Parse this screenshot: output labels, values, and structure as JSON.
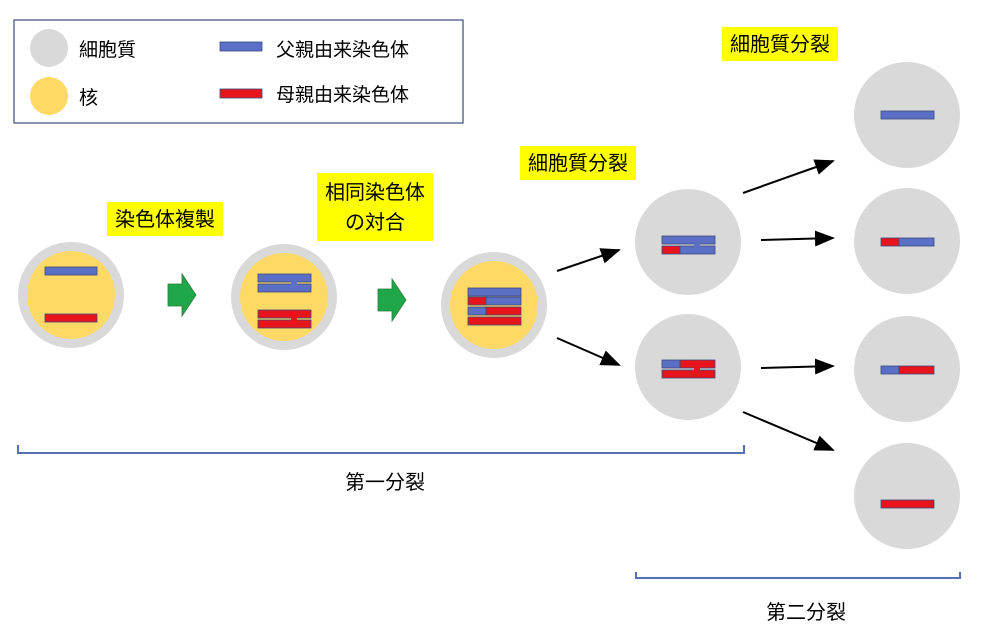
{
  "legend": {
    "cytoplasm": "細胞質",
    "nucleus": "核",
    "paternal": "父親由来染色体",
    "maternal": "母親由来染色体"
  },
  "steps": {
    "replication": "染色体複製",
    "pairing_line1": "相同染色体",
    "pairing_line2": "の対合",
    "cytokinesis1": "細胞質分裂",
    "cytokinesis2": "細胞質分裂"
  },
  "divisions": {
    "first": "第一分裂",
    "second": "第二分裂"
  },
  "colors": {
    "cytoplasm": "#d9d9d9",
    "nucleus": "#ffd966",
    "paternal": "#5b6fc6",
    "maternal": "#e8141c",
    "highlight": "#ffff00",
    "arrow_green": "#1fa84a",
    "bracket": "#5670b5"
  }
}
